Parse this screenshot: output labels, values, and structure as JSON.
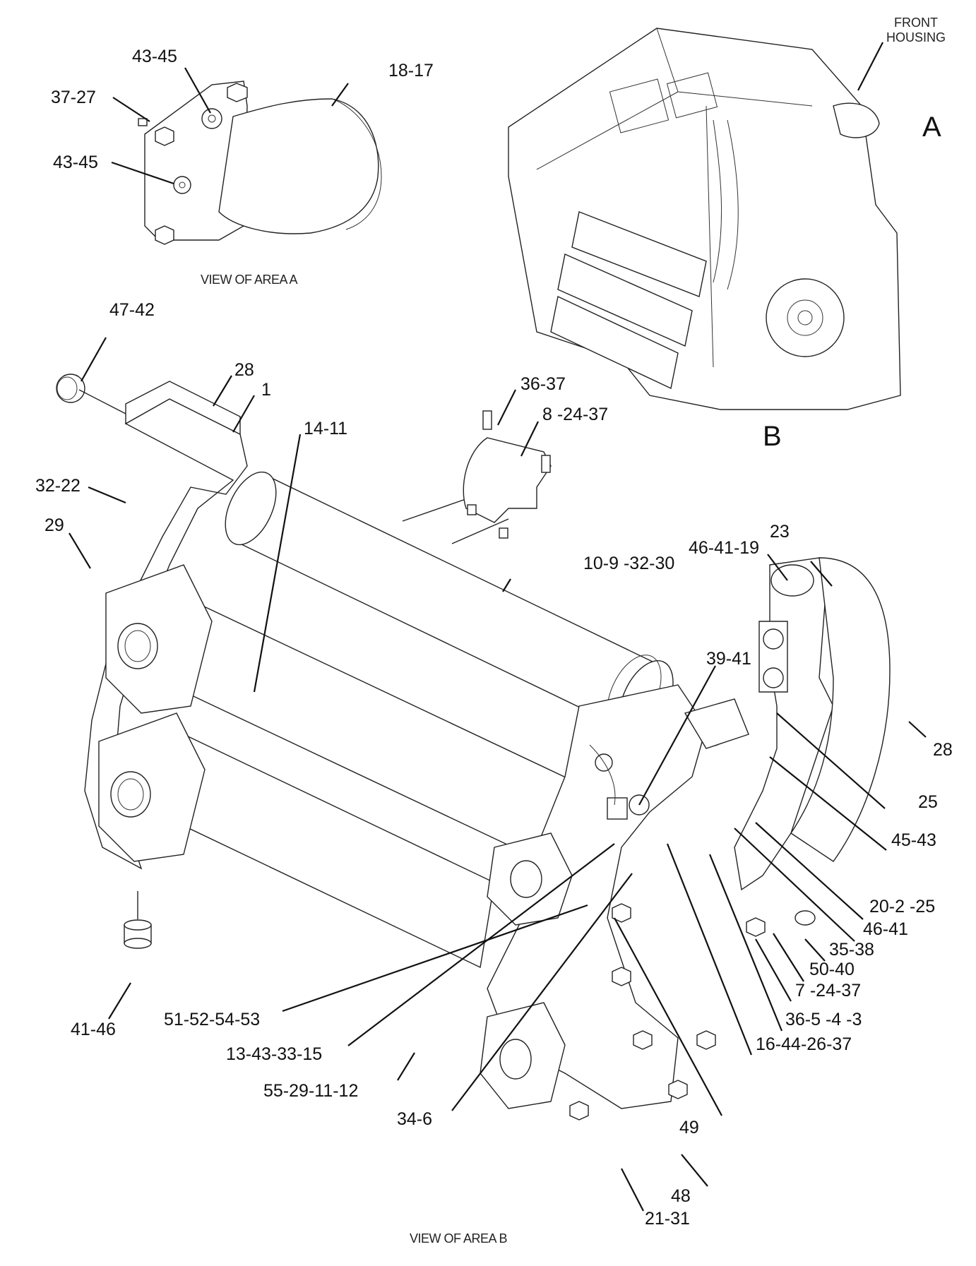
{
  "view_a": {
    "caption": "VIEW OF AREA  A",
    "labels": [
      "43-45",
      "37-27",
      "43-45",
      "18-17"
    ]
  },
  "engine_overview": {
    "front_housing": [
      "FRONT",
      "HOUSING"
    ],
    "marker_a": "A",
    "marker_b": "B"
  },
  "view_b": {
    "caption": "VIEW OF AREA B",
    "labels": {
      "l47_42": "47-42",
      "l28_top": "28",
      "l1": "1",
      "l14_11": "14-11",
      "l32_22": "32-22",
      "l29": "29",
      "l36_37": "36-37",
      "l8_24_37": "8 -24-37",
      "l10_9_32_30": "10-9 -32-30",
      "l23": "23",
      "l46_41_19": "46-41-19",
      "l39_41": "39-41",
      "l28_right": "28",
      "l25": "25",
      "l45_43": "45-43",
      "l20_2_25": "20-2 -25",
      "l46_41": "46-41",
      "l35_38": "35-38",
      "l50_40": "50-40",
      "l7_24_37": "7 -24-37",
      "l36_5_4_3": "36-5 -4 -3",
      "l16_44_26_37": "16-44-26-37",
      "l49": "49",
      "l48": "48",
      "l21_31": "21-31",
      "l41_46": "41-46",
      "l51_52_54_53": "51-52-54-53",
      "l13_43_33_15": "13-43-33-15",
      "l55_29_11_12": "55-29-11-12",
      "l34_6": "34-6"
    }
  }
}
